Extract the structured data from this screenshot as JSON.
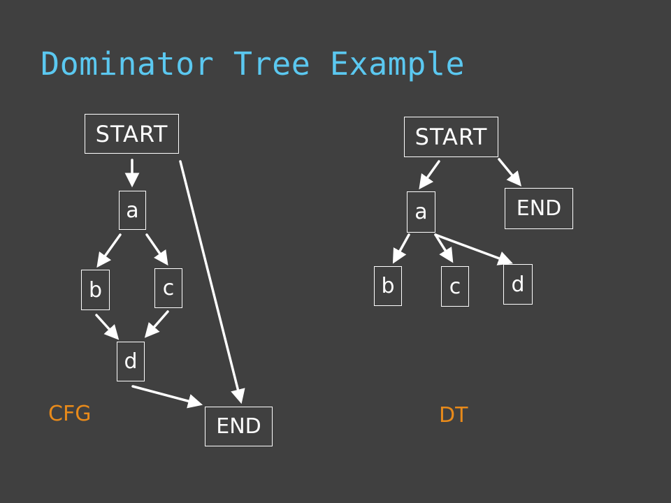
{
  "title": "Dominator Tree Example",
  "colors": {
    "background": "#404040",
    "title": "#5bc8f0",
    "caption": "#e88a1a",
    "node_border": "#ffffff",
    "node_text": "#ffffff",
    "edge": "#ffffff"
  },
  "cfg": {
    "caption": "CFG",
    "nodes": {
      "start": "START",
      "a": "a",
      "b": "b",
      "c": "c",
      "d": "d",
      "end": "END"
    }
  },
  "dt": {
    "caption": "DT",
    "nodes": {
      "start": "START",
      "end": "END",
      "a": "a",
      "b": "b",
      "c": "c",
      "d": "d"
    }
  }
}
